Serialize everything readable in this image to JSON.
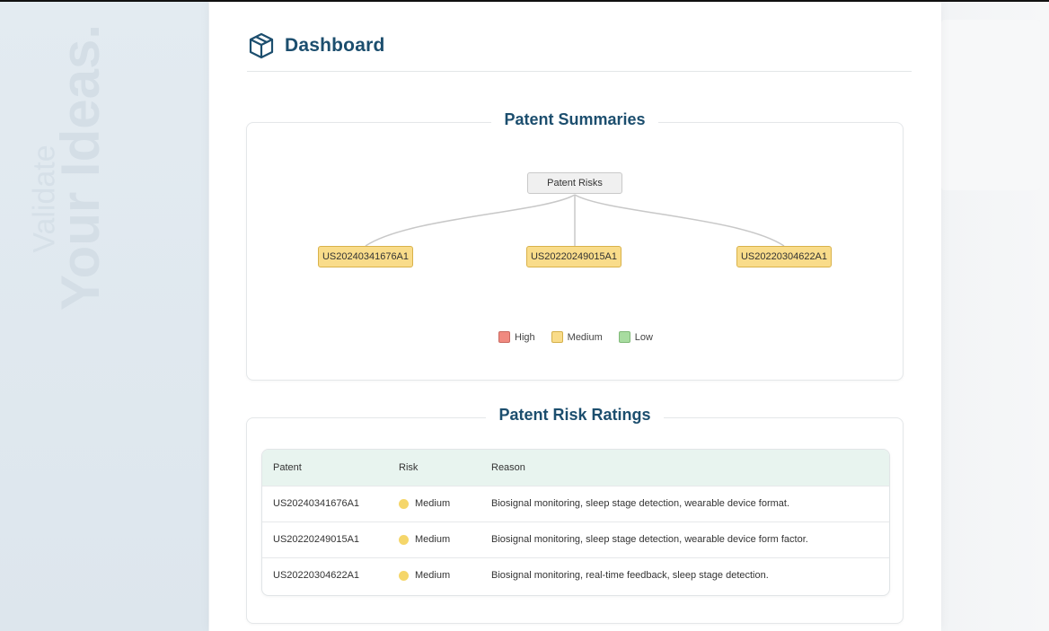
{
  "header": {
    "title": "Dashboard"
  },
  "background": {
    "ghost_text_large": "Your Ideas.",
    "ghost_text_small": "Validate"
  },
  "summaries": {
    "title": "Patent Summaries",
    "root": "Patent Risks",
    "nodes": [
      {
        "label": "US20240341676A1",
        "risk": "medium"
      },
      {
        "label": "US20220249015A1",
        "risk": "medium"
      },
      {
        "label": "US20220304622A1",
        "risk": "medium"
      }
    ],
    "legend": [
      {
        "label": "High",
        "color": "#f08a80"
      },
      {
        "label": "Medium",
        "color": "#f9dc8a"
      },
      {
        "label": "Low",
        "color": "#a8dca0"
      }
    ]
  },
  "ratings": {
    "title": "Patent Risk Ratings",
    "columns": [
      "Patent",
      "Risk",
      "Reason"
    ],
    "rows": [
      {
        "patent": "US20240341676A1",
        "risk": "Medium",
        "reason": "Biosignal monitoring, sleep stage detection, wearable device format."
      },
      {
        "patent": "US20220249015A1",
        "risk": "Medium",
        "reason": "Biosignal monitoring, sleep stage detection, wearable device form factor."
      },
      {
        "patent": "US20220304622A1",
        "risk": "Medium",
        "reason": "Biosignal monitoring, real-time feedback, sleep stage detection."
      }
    ]
  },
  "colors": {
    "accent": "#1c4e6e",
    "medium": "#f5d66a",
    "table_header": "#e8f4ef"
  }
}
